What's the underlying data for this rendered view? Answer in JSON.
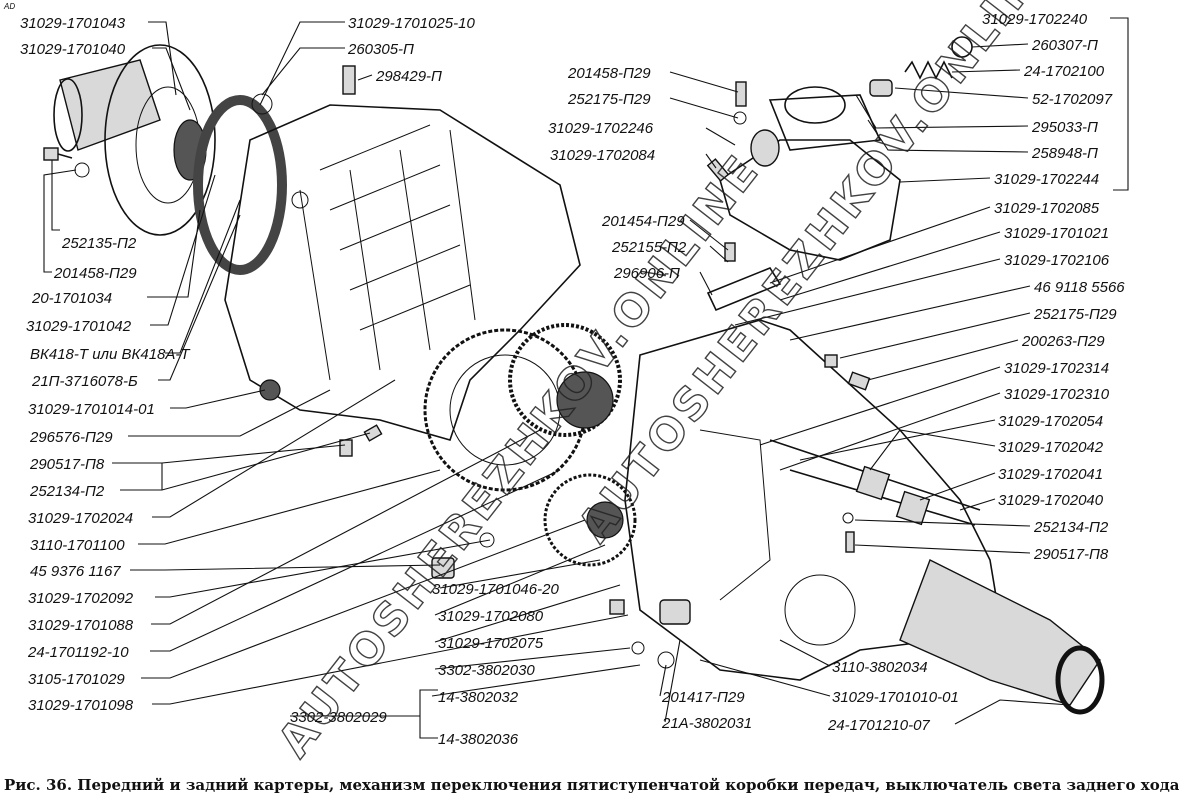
{
  "corner_mark": "AD",
  "caption": "Рис. 36. Передний и задний картеры, механизм переключения пятиступенчатой коробки передач, выключатель света заднего хода",
  "watermark": "AUTOSHEREZHKOV.ONLINE",
  "labels_left": [
    "31029-1701043",
    "31029-1701040",
    "252135-П2",
    "201458-П29",
    "20-1701034",
    "31029-1701042",
    "ВК418-Т или ВК418А-Т",
    "21П-3716078-Б",
    "31029-1701014-01",
    "296576-П29",
    "290517-П8",
    "252134-П2",
    "31029-1702024",
    "3110-1701100",
    "45 9376 1167",
    "31029-1702092",
    "31029-1701088",
    "24-1701192-10",
    "3105-1701029",
    "31029-1701098"
  ],
  "labels_top": [
    "31029-1701025-10",
    "260305-П",
    "298429-П",
    "201458-П29",
    "252175-П29",
    "31029-1702246",
    "31029-1702084",
    "201454-П29",
    "252155-П2",
    "296906-П"
  ],
  "labels_right": [
    "31029-1702240",
    "260307-П",
    "24-1702100",
    "52-1702097",
    "295033-П",
    "258948-П",
    "31029-1702244",
    "31029-1702085",
    "31029-1701021",
    "31029-1702106",
    "46 9118 5566",
    "252175-П29",
    "200263-П29",
    "31029-1702314",
    "31029-1702310",
    "31029-1702054",
    "31029-1702042",
    "31029-1702041",
    "31029-1702040",
    "252134-П2",
    "290517-П8"
  ],
  "labels_bottom": [
    "31029-1701046-20",
    "31029-1702080",
    "31029-1702075",
    "3302-3802030",
    "14-3802032",
    "3302-3802029",
    "14-3802036",
    "201417-П29",
    "21А-3802031",
    "3110-3802034",
    "31029-1701010-01",
    "24-1701210-07"
  ]
}
